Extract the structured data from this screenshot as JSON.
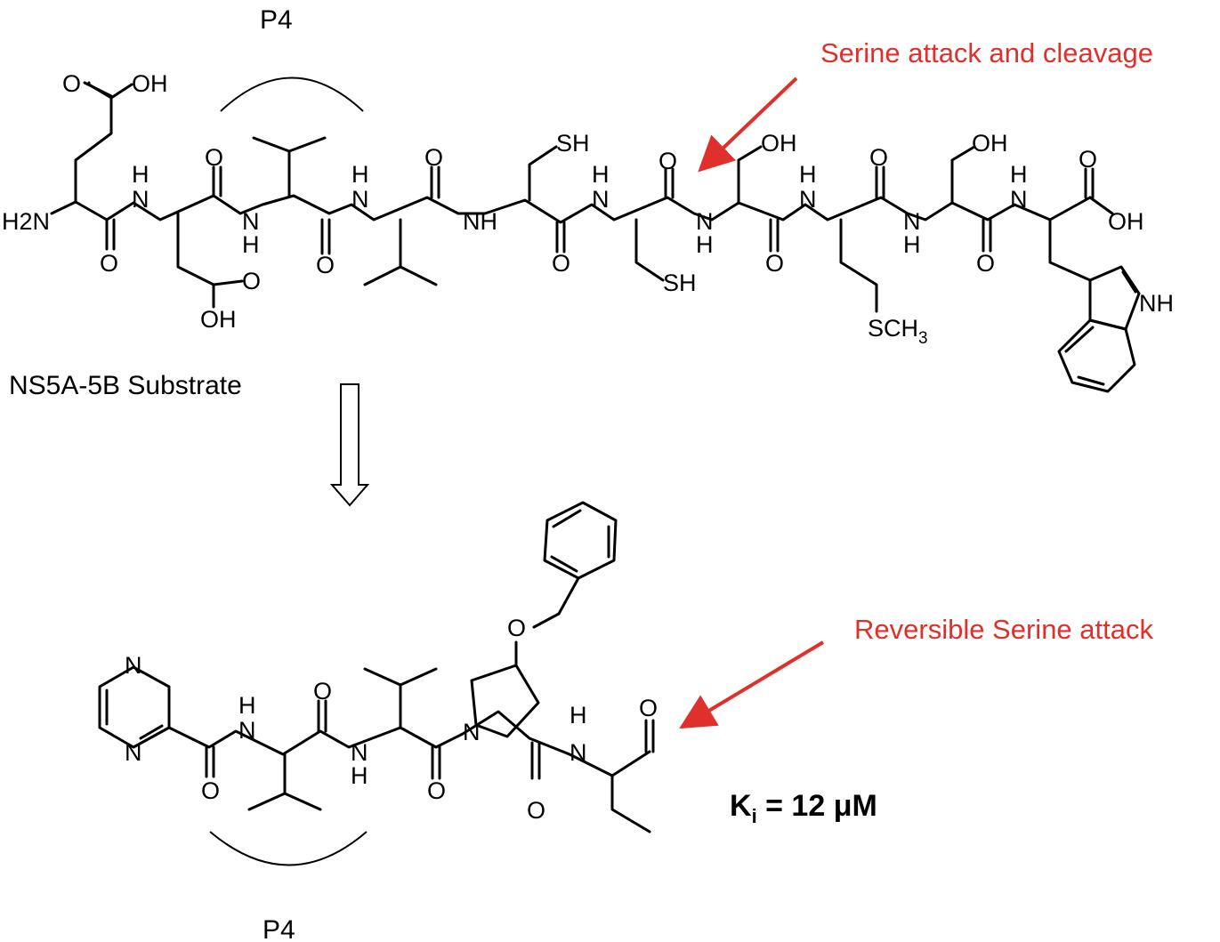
{
  "labels": {
    "p4_top": "P4",
    "p4_bottom": "P4",
    "substrate_name": "NS5A-5B Substrate",
    "cleavage_note": "Serine attack and cleavage",
    "reversible_note": "Reversible Serine attack",
    "ki_symbol": "K",
    "ki_subscript": "i",
    "ki_value": " = 12 μM"
  },
  "substrate_atoms": {
    "n_terminus_h2": "H2",
    "n_terminus_n": "N",
    "glu_oxo": "O",
    "glu_oh": "OH",
    "asp_oh": "OH",
    "asp_oxo": "O",
    "cys1_sh": "SH",
    "cys2_sh": "SH",
    "ser1_oh": "OH",
    "ser2_oh": "OH",
    "met_sch3": "SCH",
    "met_sch3_sub": "3",
    "trp_nh": "NH",
    "c_terminus_o": "O",
    "c_terminus_oh": "OH",
    "amide_n": "N",
    "amide_h": "H",
    "amide_nh": "NH",
    "carbonyl_o": "O"
  },
  "inhibitor_atoms": {
    "pyrazine_n": "N",
    "amide_n": "N",
    "amide_h": "H",
    "carbonyl_o": "O",
    "pyrrolidine_n": "N",
    "ether_o": "O",
    "aldehyde_o": "O"
  },
  "colors": {
    "annotation": "#e0302b",
    "ink": "#000000"
  }
}
